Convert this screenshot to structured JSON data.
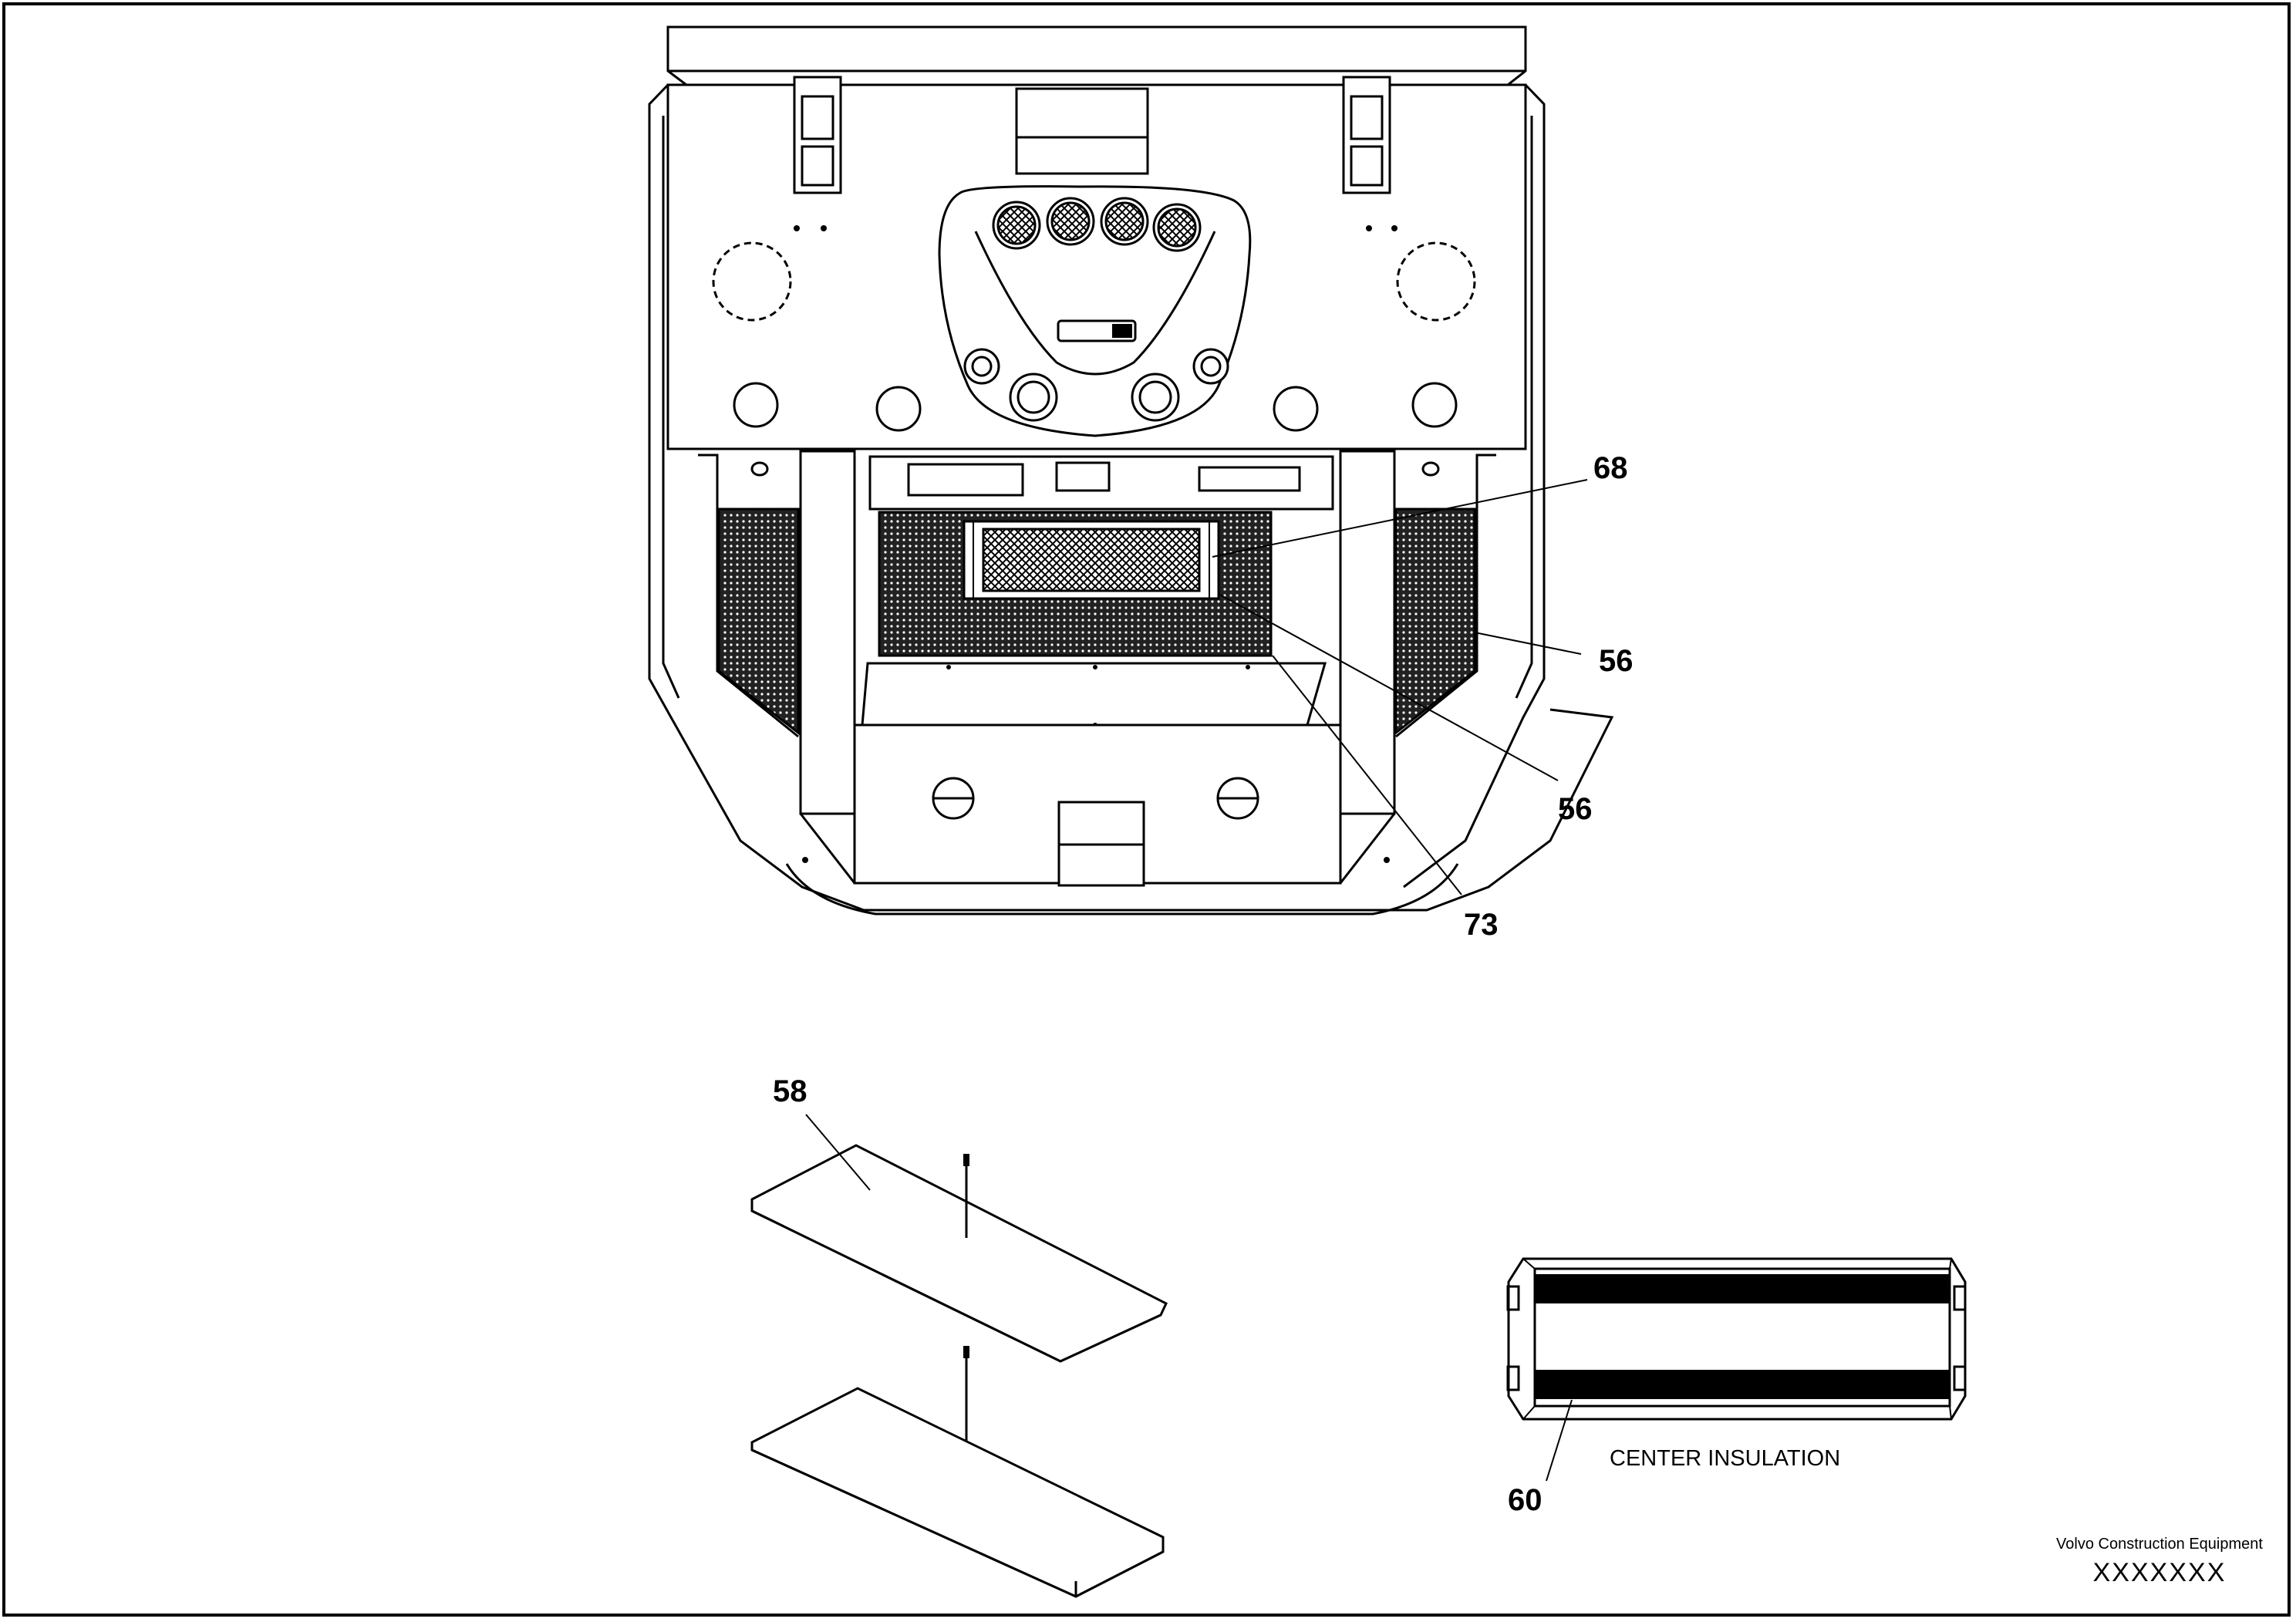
{
  "callouts": {
    "c68": "68",
    "c56a": "56",
    "c56b": "56",
    "c73": "73",
    "c58": "58",
    "c60": "60"
  },
  "captions": {
    "center_insulation": "CENTER INSULATION"
  },
  "title_block": {
    "company": "Volvo Construction Equipment",
    "drawing_number": "XXXXXXX"
  }
}
